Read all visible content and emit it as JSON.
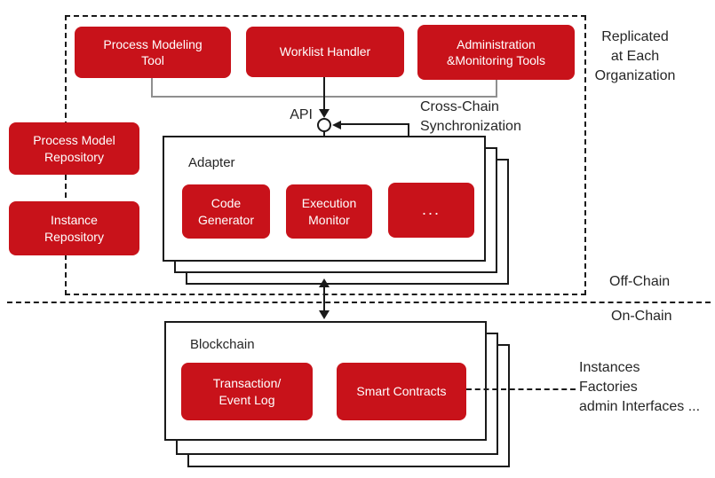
{
  "diagram": {
    "colors": {
      "box_red": "#c8121a",
      "line_black": "#1a1a1a",
      "line_gray": "#8f8f8f",
      "box_text": "#ffffff"
    },
    "top_row": {
      "process_modeling_tool": "Process Modeling\nTool",
      "worklist_handler": "Worklist Handler",
      "admin_monitoring_tools": "Administration\n&Monitoring Tools"
    },
    "repositories": {
      "process_model": "Process Model\nRepository",
      "instance": "Instance\nRepository"
    },
    "annotations": {
      "replicated": "Replicated\nat Each\nOrganization",
      "api": "API",
      "cross_chain": "Cross-Chain\nSynchronization",
      "off_chain": "Off-Chain",
      "on_chain": "On-Chain",
      "instances": "Instances\nFactories\nadmin Interfaces ..."
    },
    "adapter": {
      "title": "Adapter",
      "components": [
        {
          "label": "Code\nGenerator"
        },
        {
          "label": "Execution\nMonitor"
        },
        {
          "label": "..."
        }
      ]
    },
    "blockchain": {
      "title": "Blockchain",
      "components": [
        {
          "label": "Transaction/\nEvent Log"
        },
        {
          "label": "Smart Contracts"
        }
      ]
    }
  }
}
